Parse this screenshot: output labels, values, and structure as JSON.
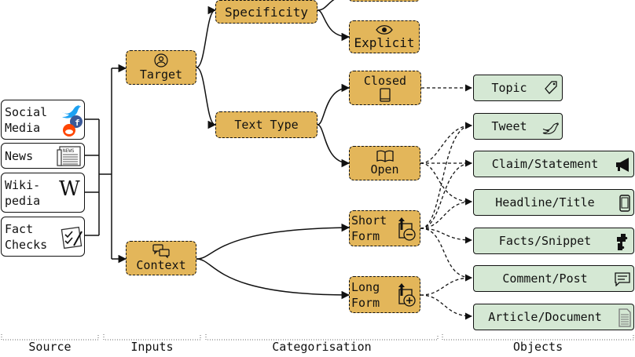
{
  "sections": [
    "Source",
    "Inputs",
    "Categorisation",
    "Objects"
  ],
  "sources": [
    {
      "label": "Social\nMedia",
      "icons": [
        "twitter-icon",
        "facebook-icon",
        "reddit-icon"
      ]
    },
    {
      "label": "News",
      "icons": [
        "newspaper-icon"
      ]
    },
    {
      "label": "Wiki-\npedia",
      "icons": [
        "wikipedia-icon"
      ]
    },
    {
      "label": "Fact\nChecks",
      "icons": [
        "checklist-icon"
      ]
    }
  ],
  "inputs": {
    "target": {
      "label": "Target",
      "icon": "person-target-icon"
    },
    "context": {
      "label": "Context",
      "icon": "chat-bubbles-icon"
    }
  },
  "categories": {
    "specificity": "Specificity",
    "explicit": {
      "label": "Explicit",
      "icon": "eye-icon"
    },
    "text_type": "Text Type",
    "closed": {
      "label": "Closed",
      "icon": "closed-book-icon"
    },
    "open": {
      "label": "Open",
      "icon": "open-book-icon"
    },
    "short_form": {
      "label": "Short\nForm",
      "icon": "shorten-icon"
    },
    "long_form": {
      "label": "Long\nForm",
      "icon": "lengthen-icon"
    }
  },
  "objects": [
    {
      "label": "Topic",
      "icon": "tag-icon"
    },
    {
      "label": "Tweet",
      "icon": "twitter-icon"
    },
    {
      "label": "Claim/Statement",
      "icon": "megaphone-icon"
    },
    {
      "label": "Headline/Title",
      "icon": "phone-icon"
    },
    {
      "label": "Facts/Snippet",
      "icon": "puzzle-icon"
    },
    {
      "label": "Comment/Post",
      "icon": "comment-icon"
    },
    {
      "label": "Article/Document",
      "icon": "document-icon"
    }
  ],
  "colors": {
    "category_fill": "#e3b65a",
    "object_fill": "#d5e8d4",
    "line": "#111111"
  }
}
